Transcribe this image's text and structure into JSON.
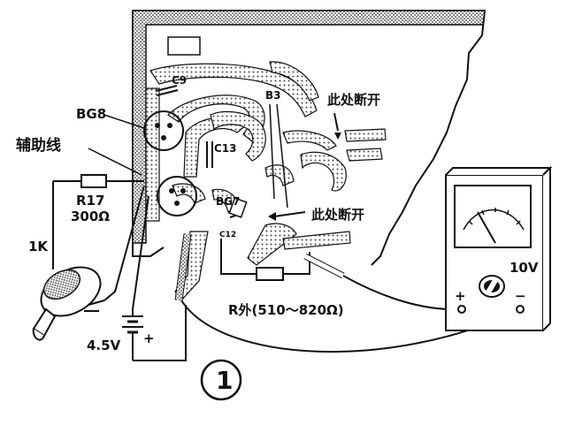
{
  "labels": {
    "bg8": "BG8",
    "aux_wire": "辅助线",
    "c9": "C9",
    "b3": "B3",
    "c13": "C13",
    "bg7": "BG7",
    "c12": "C12",
    "break_here_top": "此处断开",
    "break_here_mid": "此处断开",
    "r17_name": "R17",
    "r17_value": "300Ω",
    "pot": "1K",
    "battery": "4.5V",
    "battery_plus": "+",
    "r_ext": "R外(510～820Ω)",
    "meter_range": "10V",
    "meter_plus": "+",
    "meter_minus": "−",
    "figure_number": "1"
  },
  "colors": {
    "ink": "#111111",
    "paper": "#ffffff",
    "stipple": "#555555"
  }
}
